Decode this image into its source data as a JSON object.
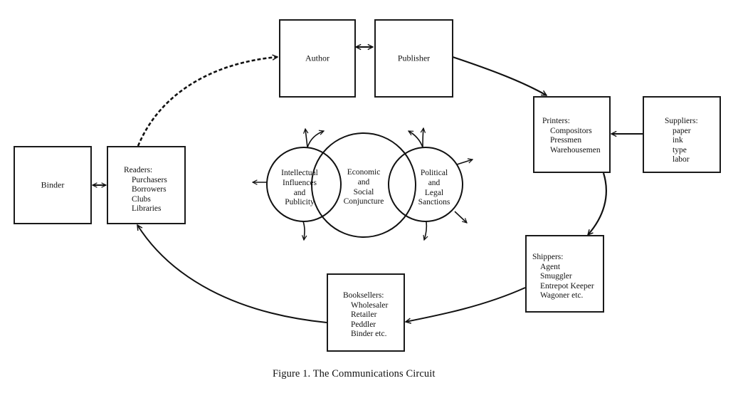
{
  "figure": {
    "caption": "Figure 1. The Communications Circuit"
  },
  "boxes": {
    "author": {
      "label": "Author"
    },
    "publisher": {
      "label": "Publisher"
    },
    "binder": {
      "label": "Binder"
    },
    "printers": {
      "title": "Printers:",
      "items": [
        "Compositors",
        "Pressmen",
        "Warehousemen"
      ]
    },
    "suppliers": {
      "title": "Suppliers:",
      "items": [
        "paper",
        "ink",
        "type",
        "labor"
      ]
    },
    "readers": {
      "title": "Readers:",
      "items": [
        "Purchasers",
        "Borrowers",
        "Clubs",
        "Libraries"
      ]
    },
    "shippers": {
      "title": "Shippers:",
      "items": [
        "Agent",
        "Smuggler",
        "Entrepot Keeper",
        "Wagoner etc."
      ]
    },
    "booksellers": {
      "title": "Booksellers:",
      "items": [
        "Wholesaler",
        "Retailer",
        "Peddler",
        "Binder etc."
      ]
    }
  },
  "circles": {
    "intellectual": {
      "lines": [
        "Intellectual",
        "Influences",
        "and",
        "Publicity"
      ]
    },
    "economic": {
      "lines": [
        "Economic",
        "and",
        "Social",
        "Conjuncture"
      ]
    },
    "political": {
      "lines": [
        "Political",
        "and",
        "Legal",
        "Sanctions"
      ]
    }
  },
  "connections": [
    {
      "from": "Author",
      "to": "Publisher",
      "style": "solid",
      "direction": "both"
    },
    {
      "from": "Publisher",
      "to": "Printers",
      "style": "solid",
      "direction": "forward"
    },
    {
      "from": "Suppliers",
      "to": "Printers",
      "style": "solid",
      "direction": "forward"
    },
    {
      "from": "Printers",
      "to": "Shippers",
      "style": "solid",
      "direction": "forward"
    },
    {
      "from": "Shippers",
      "to": "Booksellers",
      "style": "solid",
      "direction": "forward"
    },
    {
      "from": "Booksellers",
      "to": "Readers",
      "style": "solid",
      "direction": "forward"
    },
    {
      "from": "Binder",
      "to": "Readers",
      "style": "solid",
      "direction": "both"
    },
    {
      "from": "Readers",
      "to": "Author",
      "style": "dashed",
      "direction": "forward"
    }
  ]
}
